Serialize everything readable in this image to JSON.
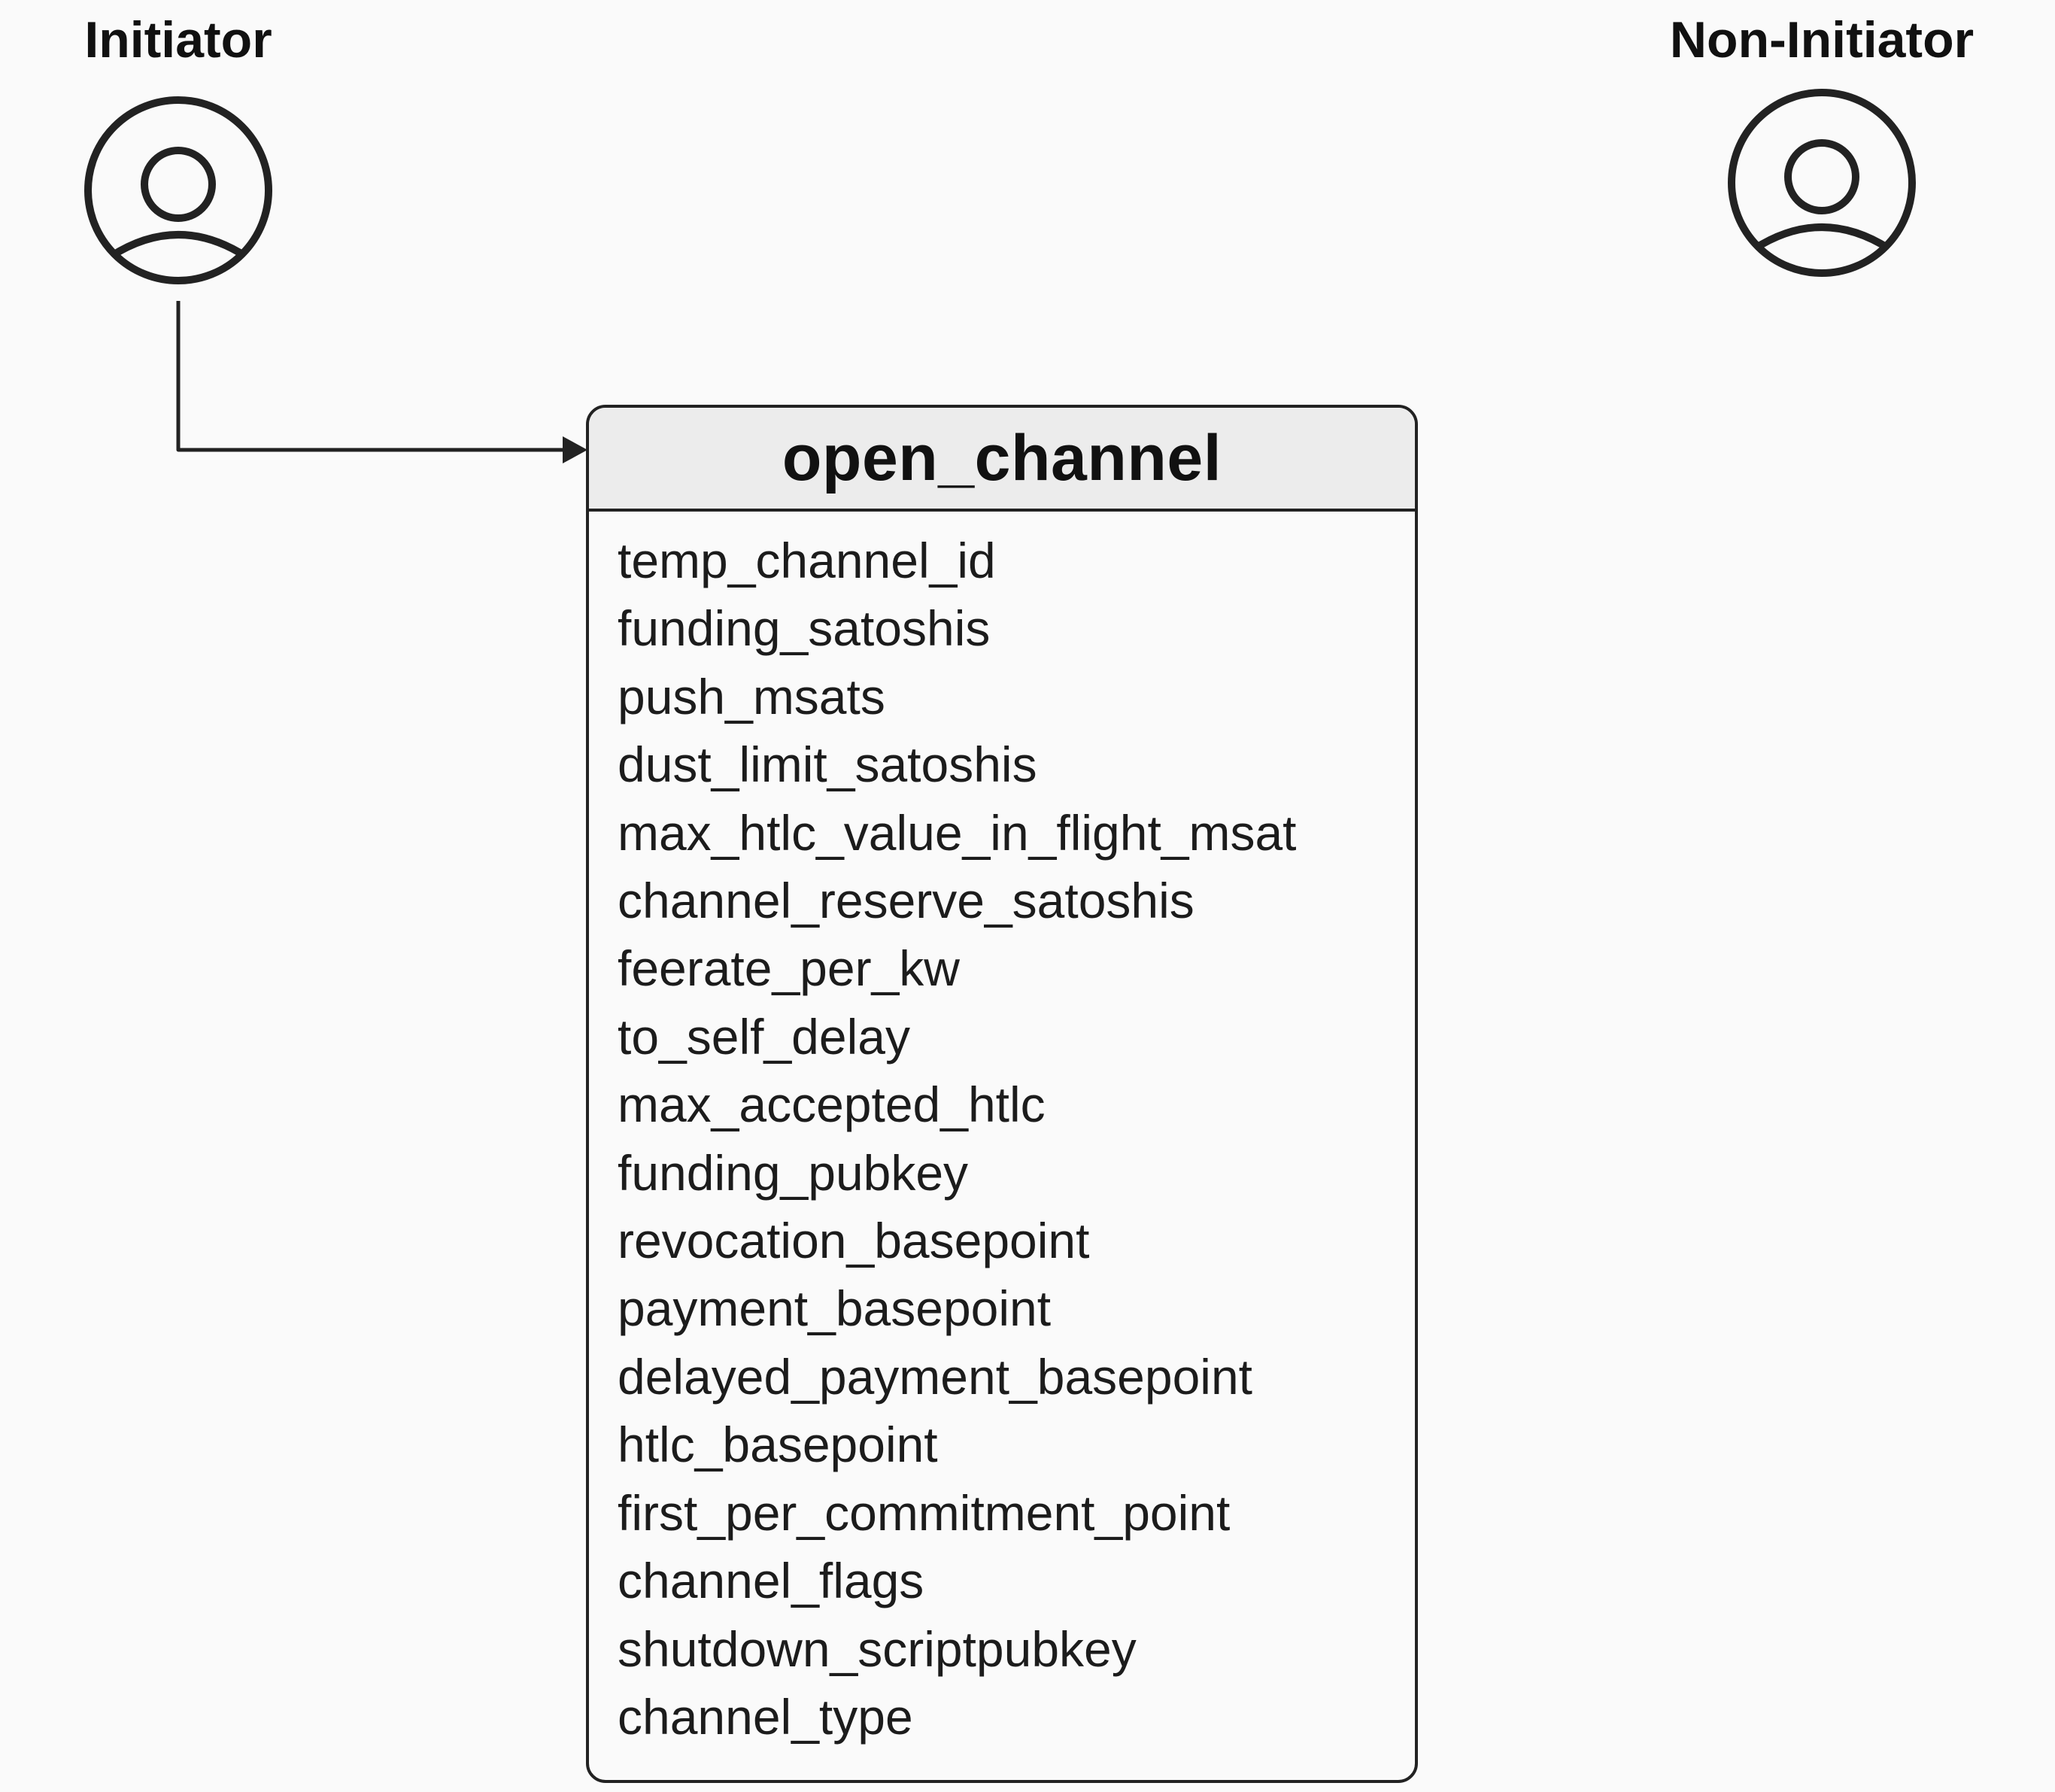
{
  "actors": {
    "initiator": "Initiator",
    "non_initiator": "Non-Initiator"
  },
  "icons": {
    "initiator": "user-circle-icon",
    "non_initiator": "user-circle-icon"
  },
  "message": {
    "title": "open_channel",
    "fields": [
      "temp_channel_id",
      "funding_satoshis",
      "push_msats",
      "dust_limit_satoshis",
      "max_htlc_value_in_flight_msat",
      "channel_reserve_satoshis",
      "feerate_per_kw",
      "to_self_delay",
      "max_accepted_htlc",
      "funding_pubkey",
      "revocation_basepoint",
      "payment_basepoint",
      "delayed_payment_basepoint",
      "htlc_basepoint",
      "first_per_commitment_point",
      "channel_flags",
      "shutdown_scriptpubkey",
      "channel_type"
    ]
  },
  "colors": {
    "background": "#fafafa",
    "stroke": "#222222",
    "header_fill": "#ececec"
  }
}
